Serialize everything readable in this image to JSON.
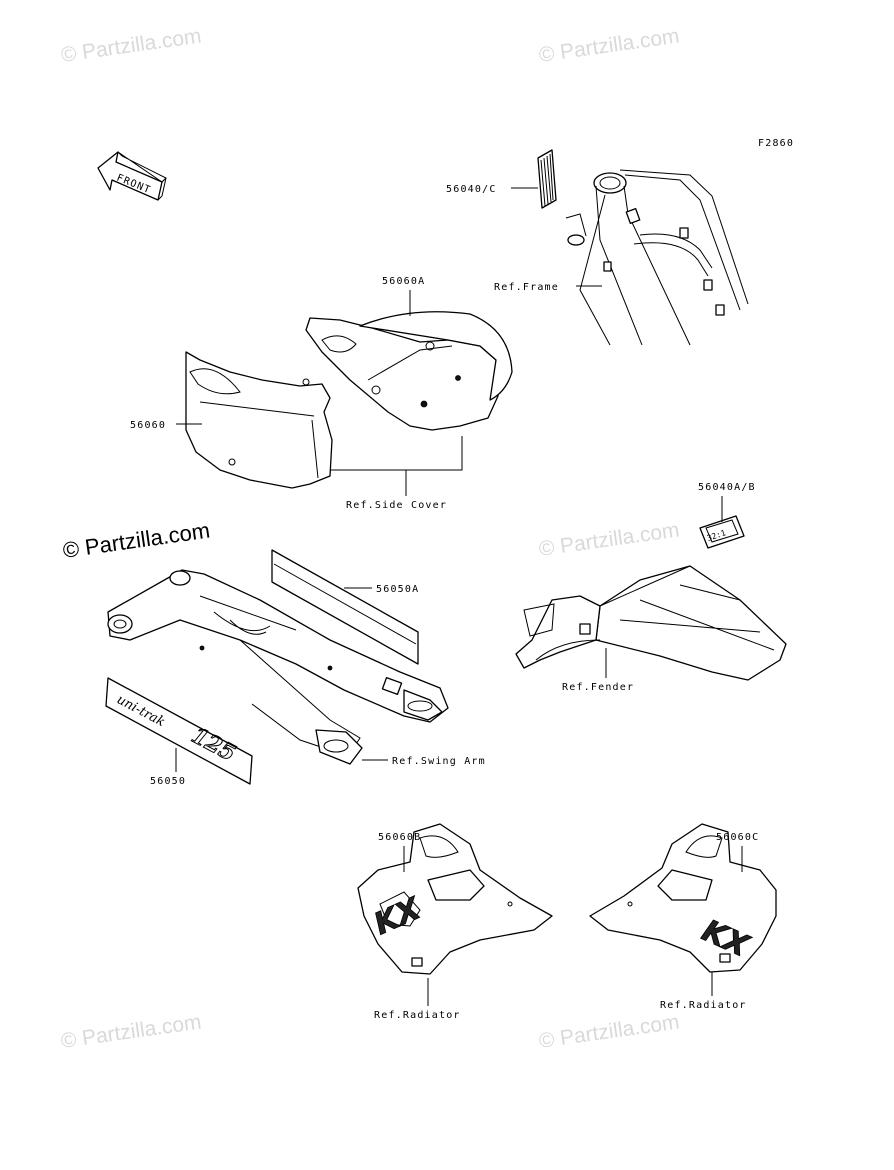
{
  "diagram_code": "F2860",
  "front_arrow_label": "FRONT",
  "watermarks": [
    "© Partzilla.com",
    "© Partzilla.com",
    "© Partzilla.com",
    "© Partzilla.com",
    "© Partzilla.com",
    "© Partzilla.com"
  ],
  "part_labels": {
    "p56040c": "56040/C",
    "ref_frame": "Ref.Frame",
    "p56060a": "56060A",
    "p56060": "56060",
    "ref_side_cover": "Ref.Side Cover",
    "p56040ab": "56040A/B",
    "p56050a": "56050A",
    "ref_fender": "Ref.Fender",
    "ref_swing_arm": "Ref.Swing Arm",
    "p56050": "56050",
    "p56060b": "56060B",
    "p56060c": "56060C",
    "ref_radiator_left": "Ref.Radiator",
    "ref_radiator_right": "Ref.Radiator"
  },
  "decal_text": {
    "swingarm_script": "uni-trak",
    "swingarm_model": "125",
    "small_decal_value": "32:1",
    "shroud_left": "KX",
    "shroud_right": "KX"
  },
  "colors": {
    "line": "#000000",
    "watermark": "#d9d9d9",
    "background": "#ffffff"
  }
}
